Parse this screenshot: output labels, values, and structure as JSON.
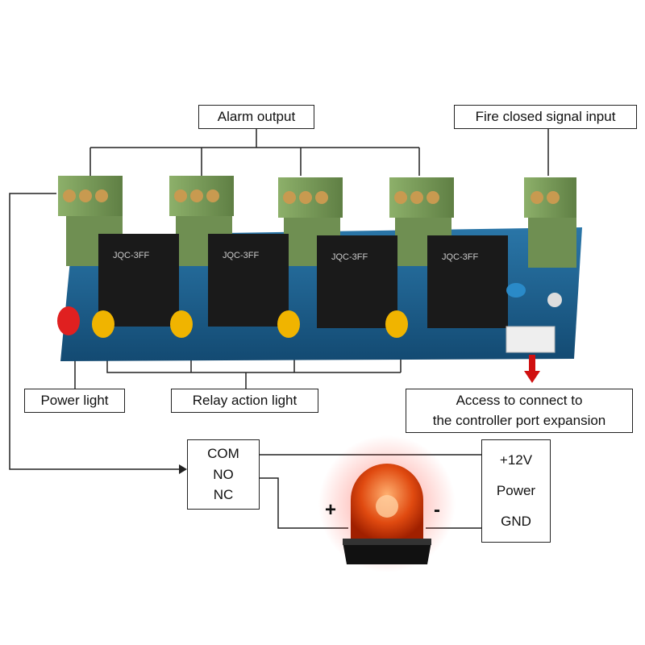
{
  "labels": {
    "alarm_output": "Alarm output",
    "fire_input": "Fire closed signal input",
    "power_light": "Power light",
    "relay_action_light": "Relay action light",
    "access_line1": "Access to connect to",
    "access_line2": "the controller port expansion"
  },
  "relay_terminal": {
    "com": "COM",
    "no": "NO",
    "nc": "NC"
  },
  "power_supply": {
    "plus": "+12V",
    "name": "Power",
    "gnd": "GND"
  },
  "beacon": {
    "plus": "+",
    "minus": "-"
  },
  "relay_marking": "JQC-3FF",
  "colors": {
    "board": "#1d5a86",
    "terminal": "#7a9a5a",
    "relay": "#1a1a1a",
    "power_led": "#e02020",
    "relay_led": "#f0b400",
    "arrow": "#d01010",
    "beacon": "#e04a10"
  }
}
